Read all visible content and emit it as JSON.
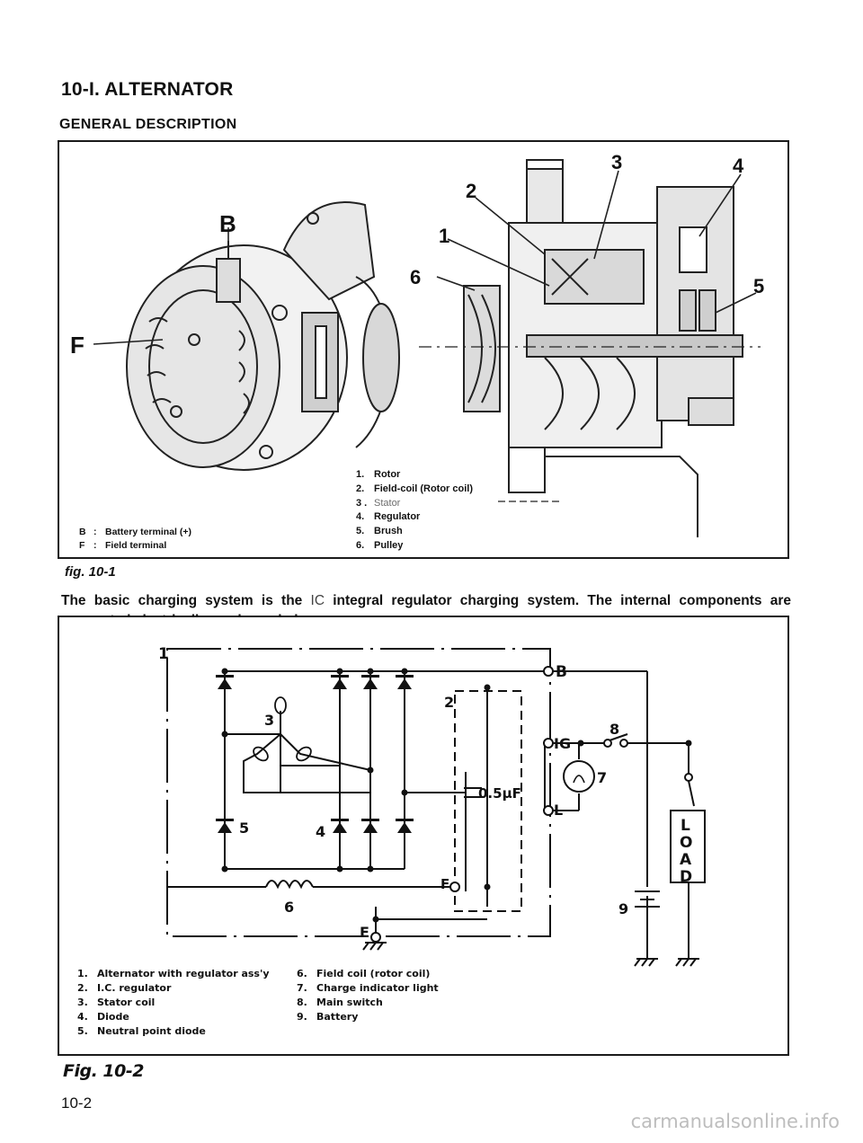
{
  "header": {
    "section_title": "10-I.  ALTERNATOR",
    "sub_title": "GENERAL  DESCRIPTION"
  },
  "figure1": {
    "caption": "fig. 10-1",
    "callouts": [
      "B",
      "F",
      "1",
      "2",
      "3",
      "4",
      "5",
      "6"
    ],
    "parts": [
      {
        "num": "1.",
        "name": "Rotor",
        "muted": false
      },
      {
        "num": "2.",
        "name": "Field-coil (Rotor coil)",
        "muted": false
      },
      {
        "num": "3 .",
        "name": "Stator",
        "muted": true
      },
      {
        "num": "4.",
        "name": "Regulator",
        "muted": false
      },
      {
        "num": "5.",
        "name": "Brush",
        "muted": false
      },
      {
        "num": "6.",
        "name": "Pulley",
        "muted": false
      }
    ],
    "terminals": [
      {
        "key": "B",
        "sep": ":",
        "name": "Battery terminal (+)"
      },
      {
        "key": "F",
        "sep": ":",
        "name": "Field terminal"
      }
    ]
  },
  "paragraph": {
    "before": "The basic charging system is the ",
    "ic": "IC",
    "after": " integral regulator charging system. The internal components are connected electrically as shown below,"
  },
  "figure2": {
    "caption": "Fig. 10-2",
    "labels": {
      "n1": "1",
      "B": "B",
      "n2": "2",
      "n3": "3",
      "n4": "4",
      "n5": "5",
      "n6": "6",
      "IG": "IG",
      "n7": "7",
      "n8": "8",
      "cap": "0.5μF",
      "L": "L",
      "F": "F",
      "E": "E",
      "n9": "9",
      "load": [
        "L",
        "O",
        "A",
        "D"
      ]
    },
    "legend_left": [
      {
        "num": "1.",
        "name": "Alternator with regulator ass'y"
      },
      {
        "num": "2.",
        "name": "I.C. regulator"
      },
      {
        "num": "3.",
        "name": "Stator coil"
      },
      {
        "num": "4.",
        "name": "Diode"
      },
      {
        "num": "5.",
        "name": "Neutral point diode"
      }
    ],
    "legend_right": [
      {
        "num": "6.",
        "name": "Field coil (rotor coil)"
      },
      {
        "num": "7.",
        "name": "Charge indicator light"
      },
      {
        "num": "8.",
        "name": "Main switch"
      },
      {
        "num": "9.",
        "name": "Battery"
      }
    ]
  },
  "footer": {
    "page_number": "10-2",
    "watermark": "carmanualsonline.info"
  },
  "colors": {
    "ink": "#111111",
    "muted": "#6d6d6d",
    "paper": "#ffffff"
  }
}
